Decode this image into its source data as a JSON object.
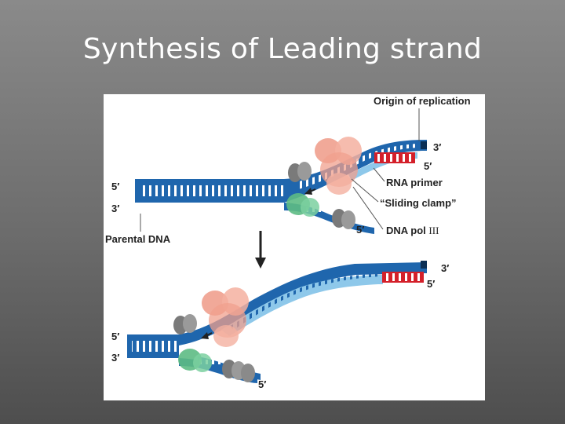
{
  "slide": {
    "title": "Synthesis of Leading strand"
  },
  "figure": {
    "labels": {
      "origin": "Origin of replication",
      "rna_primer": "RNA primer",
      "sliding_clamp": "“Sliding clamp”",
      "dna_pol_prefix": "DNA pol ",
      "dna_pol_numeral": "III",
      "parental_dna": "Parental DNA"
    },
    "ends": {
      "top_three_prime": "3′",
      "top_five_prime": "5′",
      "top_left_five": "5′",
      "top_left_three": "3′",
      "top_bottom_five": "5′",
      "bottom_three_prime": "3′",
      "bottom_five_prime": "5′",
      "bottom_left_five": "5′",
      "bottom_left_three": "3′",
      "bottom_bottom_five": "5′"
    },
    "colors": {
      "dark_strand": "#1f66ad",
      "new_strand": "#8ec8ea",
      "primer": "#d4202a",
      "polymerase": "#f0a08e",
      "clamp": "#5dbb84",
      "helicase": "#8a8a8a"
    }
  }
}
